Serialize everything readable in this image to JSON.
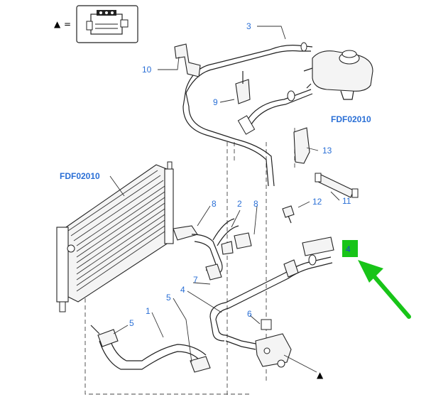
{
  "legend": {
    "symbol": "▲",
    "equals": "=",
    "icon": "engine-block-icon"
  },
  "references": {
    "top_right": "FDF02010",
    "left": "FDF02010"
  },
  "callouts": {
    "c1": "1",
    "c2": "2",
    "c3": "3",
    "c4_hose": "4",
    "c4_highlight": "4",
    "c5_left": "5",
    "c5_bottom": "5",
    "c6": "6",
    "c7": "7",
    "c8_left": "8",
    "c8_right": "8",
    "c9": "9",
    "c10": "10",
    "c11": "11",
    "c12": "12",
    "c13": "13"
  },
  "bottom_marker": "▲",
  "colors": {
    "callout_text": "#2a6fd6",
    "highlight": "#18c418",
    "arrow": "#18c418"
  }
}
